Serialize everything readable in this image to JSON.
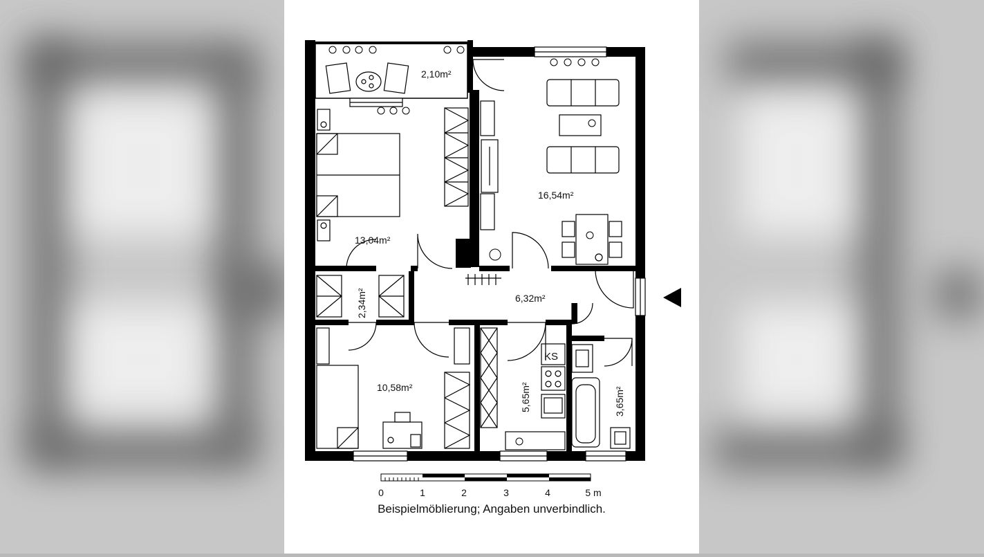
{
  "rooms": {
    "balcony": "2,10m²",
    "bedroom": "13,04m²",
    "living": "16,54m²",
    "storage": "2,34m²",
    "hall": "6,32m²",
    "child_room": "10,58m²",
    "kitchen": "5,65m²",
    "bath": "3,65m²"
  },
  "fixtures": {
    "fridge": "KS"
  },
  "scale_bar": {
    "labels": [
      "0",
      "1",
      "2",
      "3",
      "4",
      "5 m"
    ]
  },
  "footer": {
    "note": "Beispielmöblierung; Angaben unverbindlich."
  },
  "colors": {
    "wall": "#000000",
    "paper": "#ffffff",
    "side_blur": "#c7c7c7"
  },
  "icons": {
    "entrance": "entrance-arrow-icon"
  }
}
